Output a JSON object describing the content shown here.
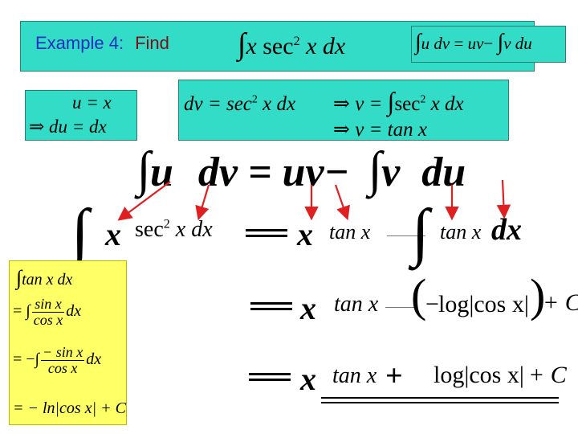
{
  "title": {
    "example": "Example 4:",
    "find": "Find"
  },
  "integral_to_find": {
    "int": "∫",
    "x": "x",
    "sec": "sec",
    "pow": "2",
    "x2": "x",
    "dx": "dx"
  },
  "parts_formula": {
    "int": "∫",
    "lhs": "u dv",
    "eq": "=",
    "uv": "uv",
    "minus": "−",
    "int2": "∫",
    "rhs": "v du"
  },
  "u_box": {
    "line1": "u = x",
    "implies": "⇒",
    "line2": "du = dx"
  },
  "dv_box": {
    "lhs": "dv = sec",
    "pow": "2",
    "lhs_end": "x dx",
    "implies1": "⇒",
    "v1": "v =",
    "int": "∫",
    "v1_sec": "sec",
    "v1_pow": "2",
    "v1_end": "x dx",
    "implies2": "⇒",
    "v2": "v = tan x"
  },
  "big_formula": {
    "int1": "∫",
    "u": "u",
    "dv": "dv",
    "eq": "=",
    "uv": "uv",
    "minus": "−",
    "int2": "∫",
    "v": "v",
    "du": "du"
  },
  "step1": {
    "int": "∫",
    "x": "x",
    "sec": "sec",
    "pow": "2",
    "xdx": "x dx",
    "eq": "=",
    "x2": "x",
    "tan": "tan x",
    "minus": "—",
    "int2": "∫",
    "tan2": "tan x",
    "dx": "dx"
  },
  "yellow": {
    "line1_int": "∫",
    "line1": "tan x dx",
    "line2_prefix": "= ∫",
    "line2_num": "sin x",
    "line2_den": "cos x",
    "line2_end": "dx",
    "line3_prefix": "= −∫",
    "line3_num": "− sin x",
    "line3_den": "cos x",
    "line3_end": "dx",
    "line4": "= − ln|cos x| + C"
  },
  "step2": {
    "eq": "=",
    "x": "x",
    "tan": "tan x",
    "dash": "—",
    "paren_open": "(",
    "minus": "−",
    "log": "log|cos x|",
    "paren_close": ")",
    "plus_c": "+ C"
  },
  "step3": {
    "eq": "=",
    "x": "x",
    "tan": "tan x",
    "plus": "+",
    "log": "log|cos x|",
    "plus_c": "+ C"
  },
  "colors": {
    "teal": "#33dcc6",
    "yellow": "#ffff66",
    "arrow": "#e02020",
    "title_blue": "#1d2fc0",
    "title_red": "#7a0f17"
  }
}
